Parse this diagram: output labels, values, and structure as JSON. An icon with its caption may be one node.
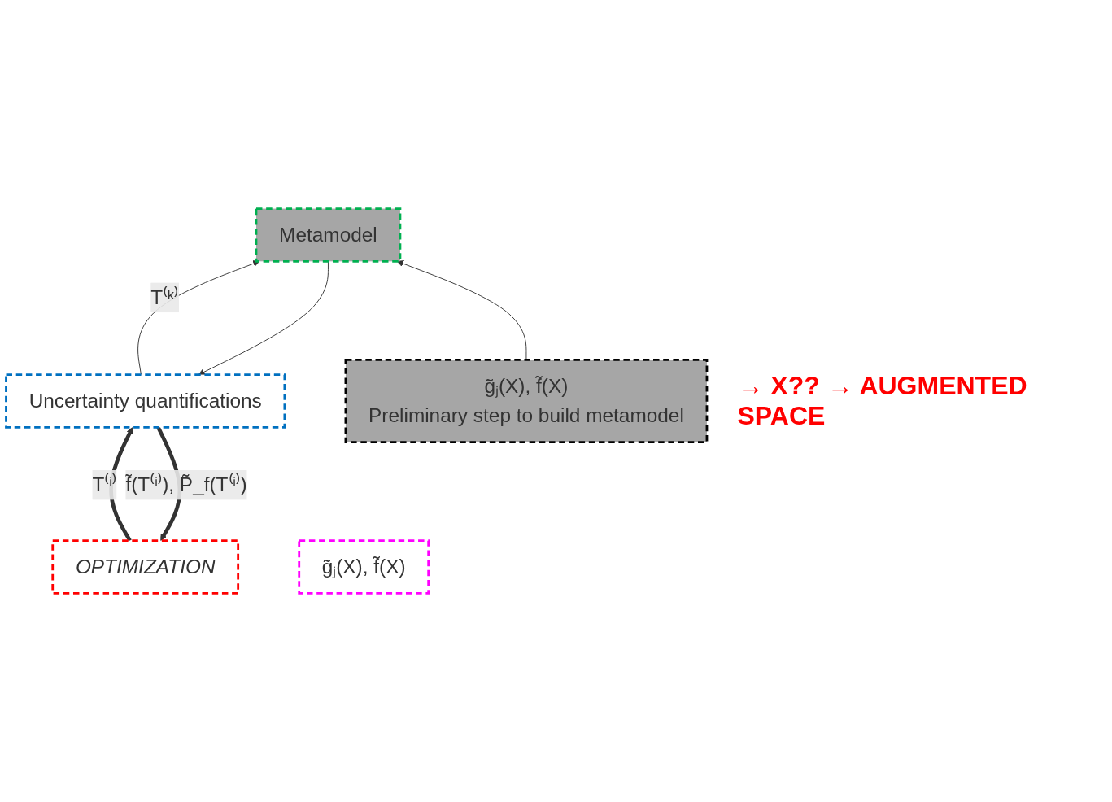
{
  "diagram": {
    "nodes": [
      {
        "text": [
          "OPTIMIZATION"
        ]
      },
      {
        "text": [
          "Uncertainty quantifications"
        ]
      },
      {
        "text": [
          "Metamodel"
        ]
      },
      {
        "text": [
          "g̃ⱼ(X), f̃(X)"
        ]
      },
      {
        "text": [
          "g̃ⱼ(X), f̃(X)",
          "Preliminary step to build metamodel"
        ]
      }
    ],
    "edges": [
      {
        "from": 0,
        "to": 1,
        "arrow": "to",
        "label": "T⁽ⁱ⁾",
        "style": "thick"
      },
      {
        "from": 1,
        "to": 0,
        "arrow": "to",
        "label": "f̃(T⁽ⁱ⁾), P̃_f(T⁽ⁱ⁾)",
        "style": "thick"
      },
      {
        "from": 1,
        "to": 2,
        "arrow": "to",
        "label": "T⁽ᵏ⁾"
      },
      {
        "from": 2,
        "to": 1,
        "arrow": "to"
      },
      {
        "from": 4,
        "to": 2,
        "arrow": "to"
      }
    ],
    "labels": [
      "→ X?? → AUGMENTED SPACE"
    ]
  }
}
